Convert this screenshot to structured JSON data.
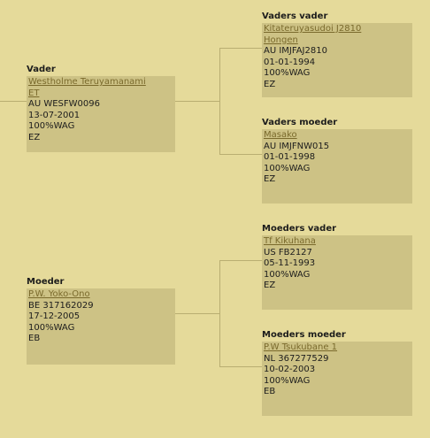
{
  "tree": {
    "vader": {
      "title": "Vader",
      "name_1": "Westholme Teruyamanami",
      "name_2": "ET",
      "reg": "AU WESFW0096",
      "date": "13-07-2001",
      "pct": "100%WAG",
      "code": "EZ"
    },
    "moeder": {
      "title": "Moeder",
      "name_1": "P.W. Yoko-Ono",
      "reg": "BE 317162029",
      "date": "17-12-2005",
      "pct": "100%WAG",
      "code": "EB"
    },
    "vaders_vader": {
      "title": "Vaders vader",
      "name_1": "Kitateruyasudoi J2810",
      "name_2": "Hongen",
      "reg": "AU IMJFAJ2810",
      "date": "01-01-1994",
      "pct": "100%WAG",
      "code": "EZ"
    },
    "vaders_moeder": {
      "title": "Vaders moeder",
      "name_1": "Masako",
      "reg": "AU IMJFNW015",
      "date": "01-01-1998",
      "pct": "100%WAG",
      "code": "EZ"
    },
    "moeders_vader": {
      "title": "Moeders vader",
      "name_1": "Tf Kikuhana",
      "reg": "US FB2127",
      "date": "05-11-1993",
      "pct": "100%WAG",
      "code": "EZ"
    },
    "moeders_moeder": {
      "title": "Moeders moeder",
      "name_1": "P.W Tsukubane 1",
      "reg": "NL 367277529",
      "date": "10-02-2003",
      "pct": "100%WAG",
      "code": "EB"
    }
  }
}
